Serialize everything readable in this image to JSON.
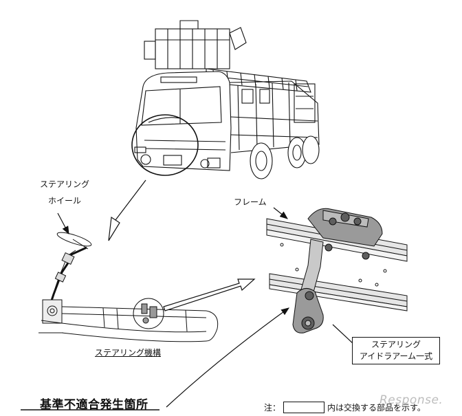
{
  "labels": {
    "steering_wheel_line1": "ステアリング",
    "steering_wheel_line2": "ホイール",
    "frame": "フレーム",
    "steering_mechanism": "ステアリング機構",
    "idler_arm_line1": "ステアリング",
    "idler_arm_line2": "アイドラアーム一式",
    "title": "基準不適合発生箇所",
    "note_prefix": "注：",
    "note_suffix": "内は交換する部品を示す。",
    "watermark": "Response."
  },
  "colors": {
    "line": "#111111",
    "part_fill": "#9a9a9a",
    "part_dark": "#5e5e5e",
    "frame_fill": "#e6e6e6"
  }
}
